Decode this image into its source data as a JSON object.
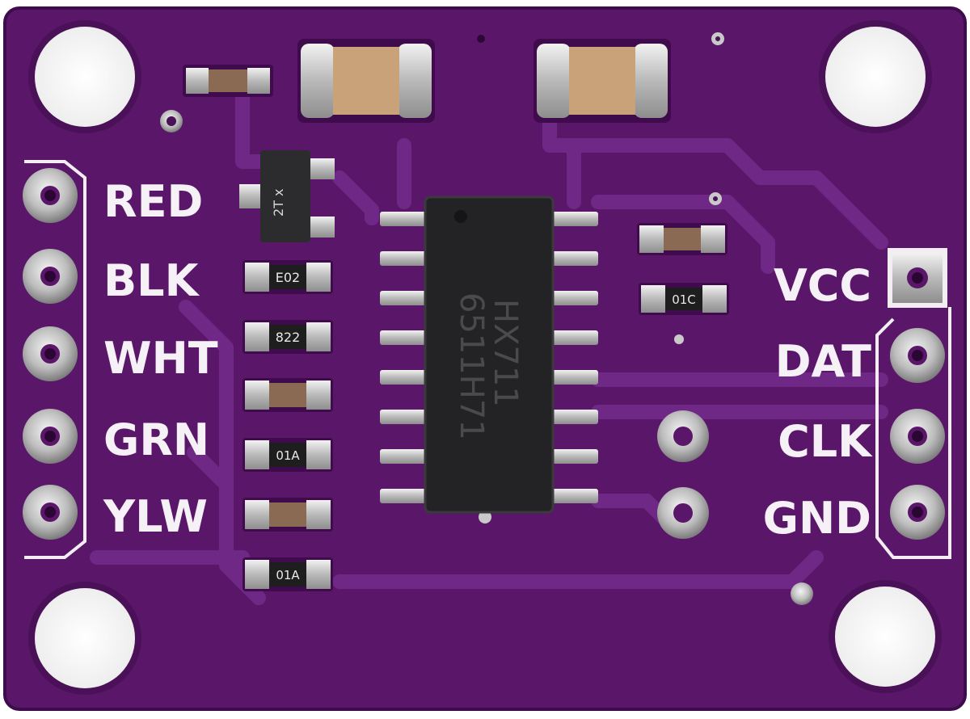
{
  "board": {
    "colors": {
      "pcb": "#5e1a6e",
      "pcb_dark": "#4a1058",
      "trace": "#6e2682",
      "silkscreen": "#f5f0f5",
      "pad": "#c9c9c9",
      "chip": "#2a2a2c",
      "capacitor": "#c9a27a"
    },
    "left_labels": [
      "RED",
      "BLK",
      "WHT",
      "GRN",
      "YLW"
    ],
    "right_labels": [
      "VCC",
      "DAT",
      "CLK",
      "GND"
    ],
    "chip": {
      "line1": "HX711",
      "line2": "6511H71"
    },
    "component_marks": {
      "sot23": "2T x",
      "r1": "E02",
      "r2": "822",
      "d_right": "01C",
      "d1": "01A",
      "d2": "01A"
    }
  }
}
